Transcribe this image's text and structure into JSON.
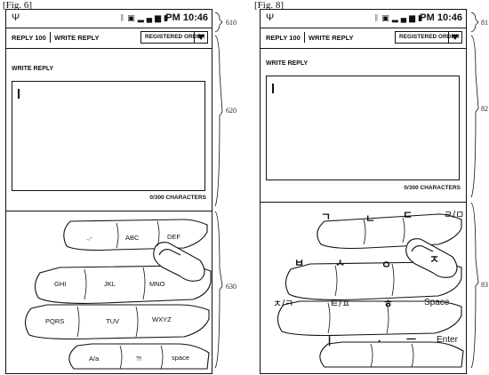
{
  "fig6": {
    "label": "[Fig. 6]",
    "refs": {
      "status": "610",
      "editor": "620",
      "keyboard": "630"
    },
    "status": {
      "time": "PM 10:46",
      "usb_icon": "usb-icon",
      "icons": [
        "bluetooth-icon",
        "vibrate-icon",
        "signal-icon",
        "battery-icon"
      ]
    },
    "appbar": {
      "count": "REPLY 100",
      "write": "WRITE REPLY",
      "dropdown": "REGISTERED ORDER"
    },
    "editor": {
      "title": "WRITE REPLY",
      "chars": "0/300 CHARACTERS"
    },
    "keys": [
      ".,-",
      "ABC",
      "DEF",
      "GHI",
      "JKL",
      "MNO",
      "PQRS",
      "TUV",
      "WXYZ",
      "A/a",
      "?!",
      "space"
    ]
  },
  "fig8": {
    "label": "[Fig. 8]",
    "refs": {
      "status": "81",
      "editor": "82",
      "keyboard": "83"
    },
    "status": {
      "time": "PM 10:46",
      "usb_icon": "usb-icon",
      "icons": [
        "bluetooth-icon",
        "vibrate-icon",
        "signal-icon",
        "battery-icon"
      ]
    },
    "appbar": {
      "count": "REPLY 100",
      "write": "WRITE REPLY",
      "dropdown": "REGISTERED ORDER"
    },
    "editor": {
      "title": "WRITE REPLY",
      "chars": "0/300 CHARACTERS"
    },
    "keys": [
      "ㄱ",
      "ㄴ",
      "ㄷ",
      "ㄹ/ㅁ",
      "ㅂ",
      "ㅅ",
      "ㅇ",
      "ㅈ",
      "ㅊ/ㅋ",
      "ㅌ/ㅍ",
      "ㅎ",
      "Space",
      "ㅣ",
      "ㆍ",
      "ㅡ",
      "Enter"
    ]
  }
}
